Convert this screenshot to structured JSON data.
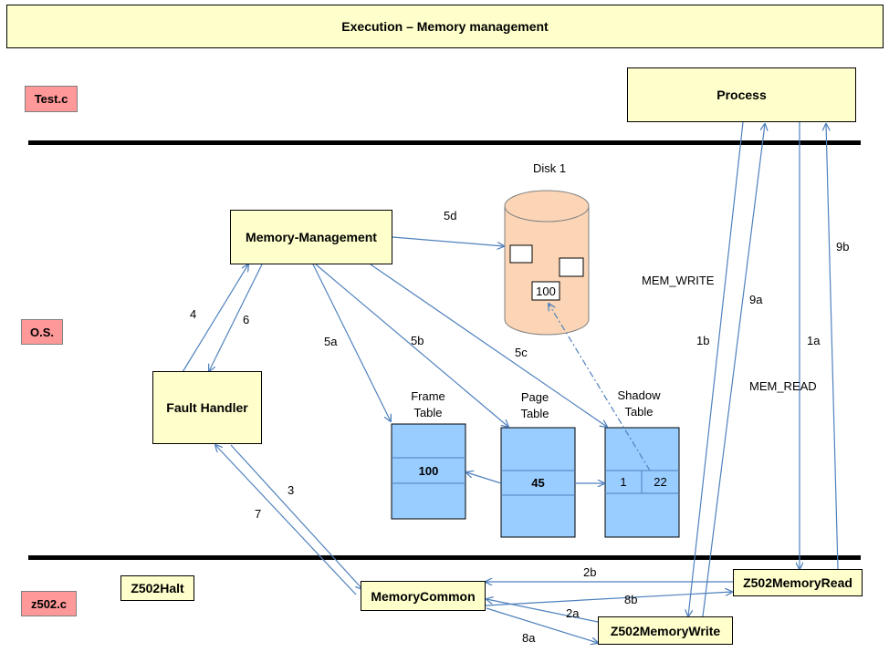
{
  "title": "Execution – Memory management",
  "layers": {
    "test": "Test.c",
    "os": "O.S.",
    "z502": "z502.c"
  },
  "boxes": {
    "process": "Process",
    "memory_management": "Memory-Management",
    "fault_handler": "Fault Handler",
    "memory_common": "MemoryCommon",
    "z502_halt": "Z502Halt",
    "z502_memory_read": "Z502MemoryRead",
    "z502_memory_write": "Z502MemoryWrite"
  },
  "disk": {
    "label": "Disk 1",
    "value": "100"
  },
  "tables": {
    "frame": {
      "title_line1": "Frame",
      "title_line2": "Table",
      "value": "100"
    },
    "page": {
      "title_line1": "Page",
      "title_line2": "Table",
      "value": "45"
    },
    "shadow": {
      "title_line1": "Shadow",
      "title_line2": "Table",
      "left": "1",
      "right": "22"
    }
  },
  "edge_labels": {
    "e1a": "1a",
    "e1b": "1b",
    "e2a": "2a",
    "e2b": "2b",
    "e3": "3",
    "e4": "4",
    "e5a": "5a",
    "e5b": "5b",
    "e5c": "5c",
    "e5d": "5d",
    "e6": "6",
    "e7": "7",
    "e8a": "8a",
    "e8b": "8b",
    "e9a": "9a",
    "e9b": "9b",
    "mem_write": "MEM_WRITE",
    "mem_read": "MEM_READ"
  },
  "colors": {
    "box_fill": "#ffffcc",
    "tag_fill": "#ff9999",
    "table_fill": "#99ccff",
    "disk_fill": "#fbd5b5",
    "arrow": "#4f81bd"
  }
}
